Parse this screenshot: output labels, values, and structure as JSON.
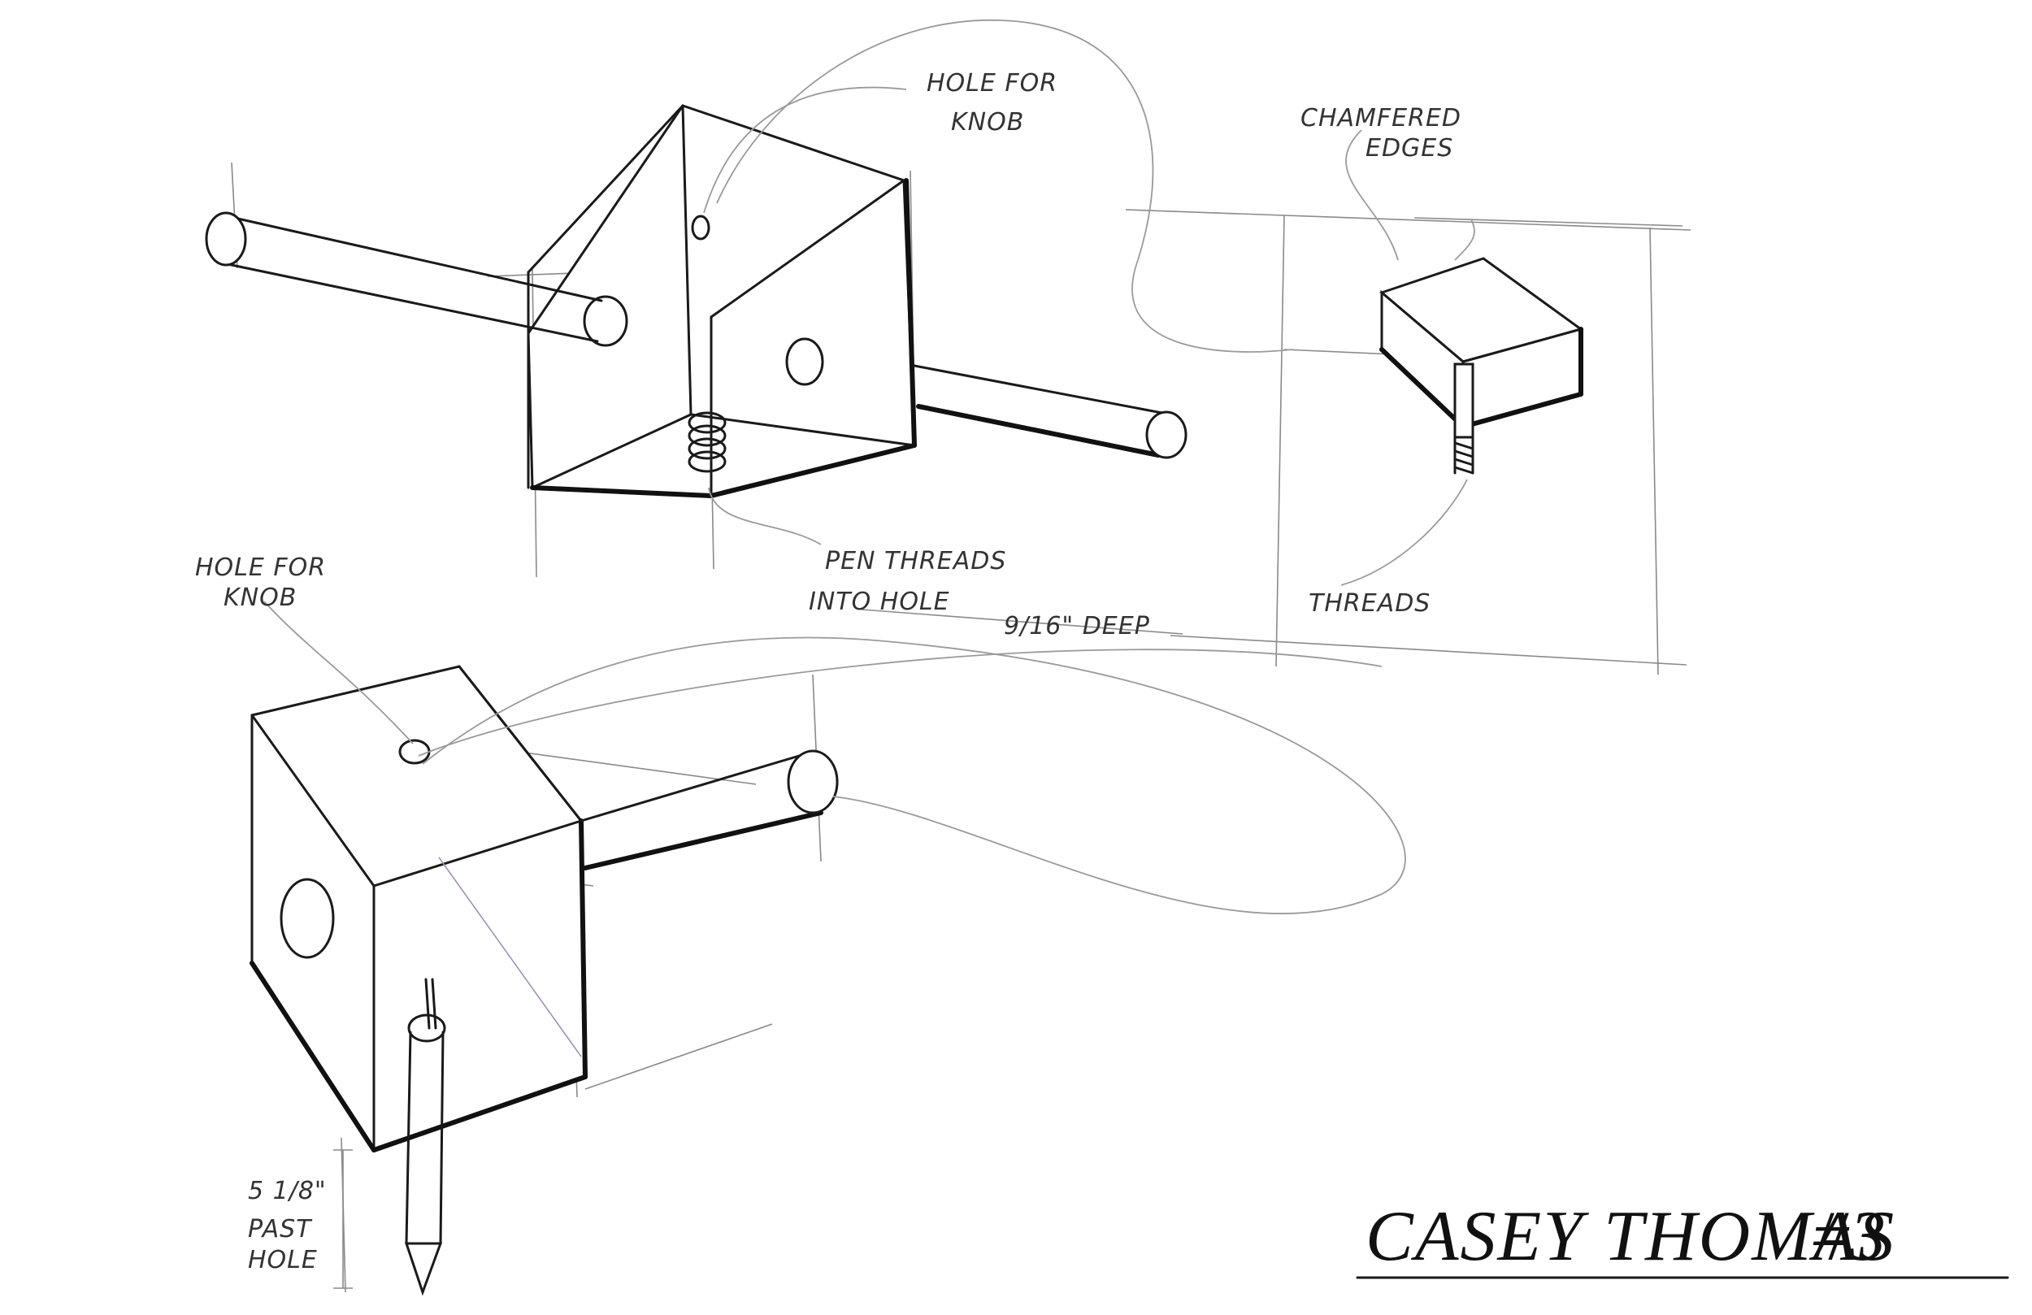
{
  "sheet": {
    "signature": "CASEY THOMAS",
    "sheet_number": "#3"
  },
  "labels": {
    "top_hole_for_knob_line1": "HOLE FOR",
    "top_hole_for_knob_line2": "KNOB",
    "chamfered_edges_line1": "CHAMFERED",
    "chamfered_edges_line2": "EDGES",
    "pen_threads_line1": "PEN THREADS",
    "pen_threads_line2": "INTO HOLE",
    "depth_note": "9/16\" DEEP",
    "threads": "THREADS",
    "bottom_hole_for_knob_line1": "HOLE FOR",
    "bottom_hole_for_knob_line2": "KNOB",
    "past_hole_line1": "5 1/8\"",
    "past_hole_line2": "PAST",
    "past_hole_line3": "HOLE"
  },
  "colors": {
    "ink": "#1a1a1a",
    "construction": "#8a8a8a",
    "paper": "#ffffff",
    "violet_marker": "#a58fb5"
  }
}
